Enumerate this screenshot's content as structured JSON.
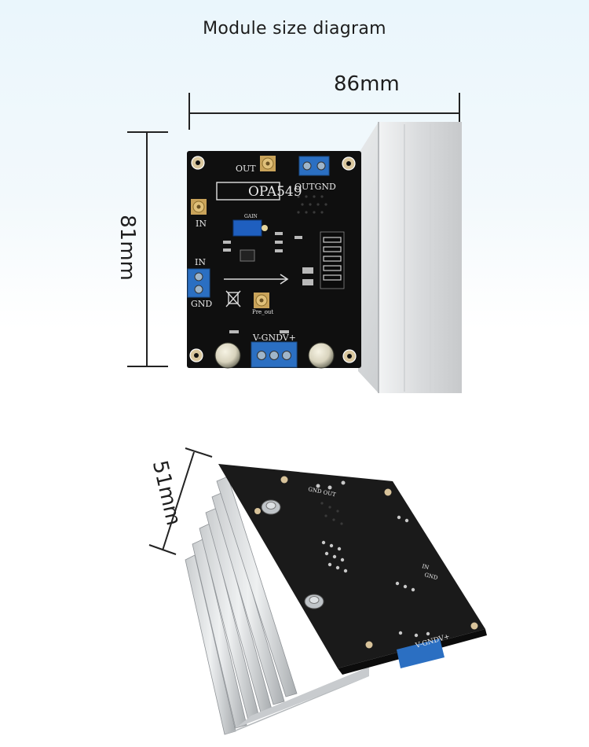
{
  "title": "Module size diagram",
  "dimensions": {
    "width": "86mm",
    "height": "81mm",
    "depth": "51mm"
  },
  "board_top": {
    "chip_label": "OPA549",
    "out_label": "OUT",
    "out_gnd_label": "OUTGND",
    "in_label_top": "IN",
    "in_label_left": "IN",
    "gnd_label_left": "GND",
    "gain_label": "GAIN",
    "pre_out_label": "Pre_out",
    "power_label": "V-GNDV+"
  },
  "board_bottom": {
    "gnd_out_label": "GND OUT",
    "in_label": "IN",
    "gnd_label": "GND",
    "power_label": "V-GNDV+"
  },
  "colors": {
    "pcb": "#111111",
    "heatsink": "#d8dadc",
    "terminal": "#2b6fc2",
    "pad": "#d8c39a"
  }
}
